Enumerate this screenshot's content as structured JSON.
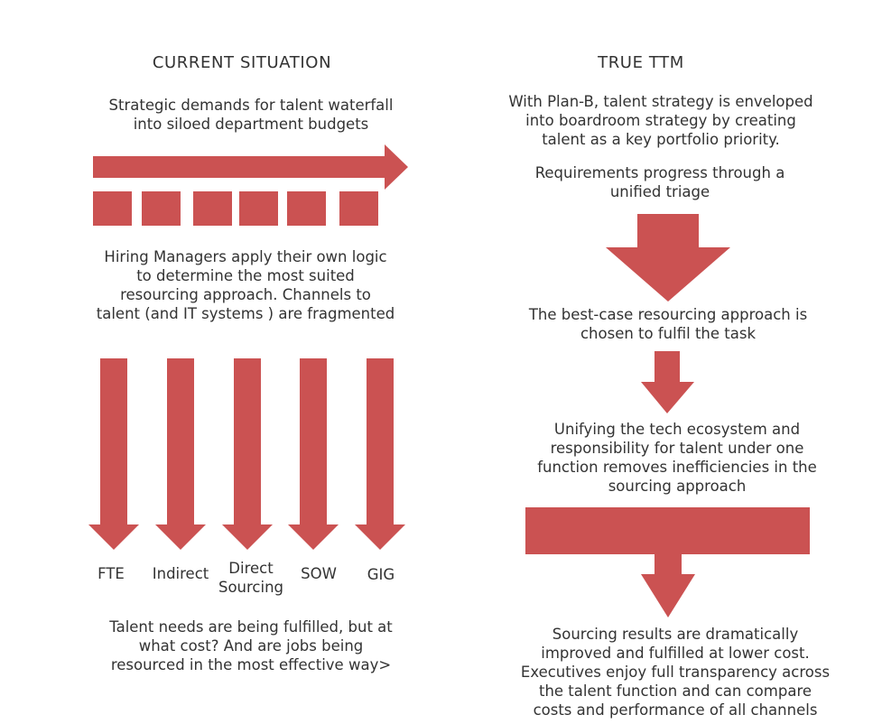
{
  "colors": {
    "arrow": "#cb5252",
    "text": "#333333",
    "background": "#ffffff"
  },
  "left": {
    "heading": "CURRENT SITUATION",
    "intro_lines": [
      "Strategic demands for talent waterfall",
      "into siloed department budgets"
    ],
    "hiring_lines": [
      "Hiring Managers apply their own logic",
      "to determine the most suited",
      "resourcing approach.  Channels to",
      "talent (and IT systems ) are fragmented"
    ],
    "channels": [
      {
        "lines": [
          "FTE"
        ]
      },
      {
        "lines": [
          "Indirect"
        ]
      },
      {
        "lines": [
          "Direct",
          "Sourcing"
        ]
      },
      {
        "lines": [
          "SOW"
        ]
      },
      {
        "lines": [
          "GIG"
        ]
      }
    ],
    "footer_lines": [
      "Talent needs are being fulfilled, but at",
      "what cost? And are jobs being",
      "resourced in the most effective way>"
    ]
  },
  "right": {
    "heading": "TRUE TTM",
    "intro_lines": [
      "With Plan-B, talent strategy is enveloped",
      "into boardroom strategy by creating",
      "talent as a key portfolio priority."
    ],
    "triage_lines": [
      "Requirements progress through a",
      "unified triage"
    ],
    "bestcase_lines": [
      "The best-case resourcing approach is",
      "chosen to fulfil the task"
    ],
    "unify_lines": [
      "Unifying the tech ecosystem and",
      "responsibility for talent under one",
      "function removes inefficiencies in the",
      "sourcing approach"
    ],
    "results_lines": [
      "Sourcing results are dramatically",
      "improved and fulfilled at lower cost.",
      "Executives enjoy full transparency across",
      "the talent function and can compare",
      "costs and performance of all channels"
    ]
  }
}
